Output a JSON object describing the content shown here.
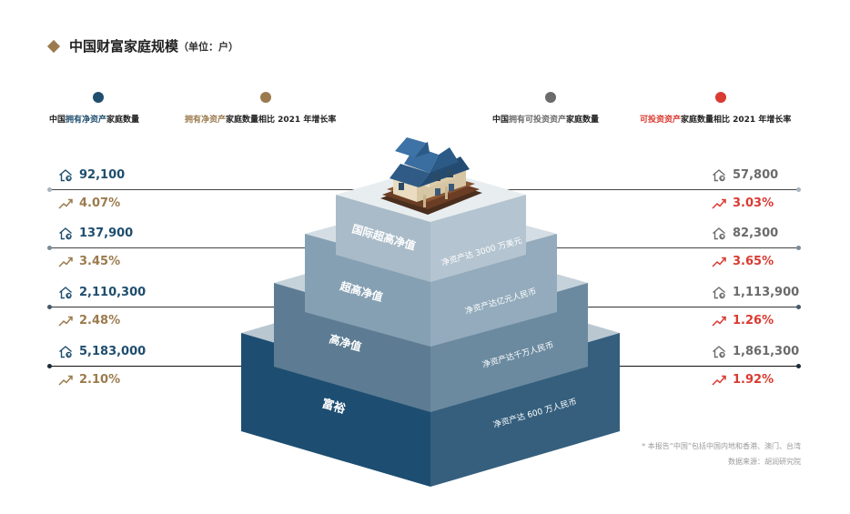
{
  "title": {
    "main": "中国财富家庭规模",
    "unit": "（单位：户）"
  },
  "legend": {
    "left_count": {
      "p1": "中国",
      "p2": "拥有净资产",
      "p3": "家庭数量"
    },
    "left_growth": {
      "p1": "拥有净资产",
      "p2": "家庭数量相比 2021 年增长率"
    },
    "right_count": {
      "p1": "中国",
      "p2": "拥有可投资资产",
      "p3": "家庭数量"
    },
    "right_growth": {
      "p1": "可投资资产",
      "p2": "家庭数量相比 2021 年增长率"
    }
  },
  "rows": [
    {
      "left_value": "92,100",
      "left_growth": "4.07%",
      "right_value": "57,800",
      "right_growth": "3.03%"
    },
    {
      "left_value": "137,900",
      "left_growth": "3.45%",
      "right_value": "82,300",
      "right_growth": "3.65%"
    },
    {
      "left_value": "2,110,300",
      "left_growth": "2.48%",
      "right_value": "1,113,900",
      "right_growth": "1.26%"
    },
    {
      "left_value": "5,183,000",
      "left_growth": "2.10%",
      "right_value": "1,861,300",
      "right_growth": "1.92%"
    }
  ],
  "tiers": [
    {
      "name": "国际超高净值",
      "desc": "净资产达 3000 万美元"
    },
    {
      "name": "超高净值",
      "desc": "净资产达亿元人民币"
    },
    {
      "name": "高净值",
      "desc": "净资产达千万人民币"
    },
    {
      "name": "富裕",
      "desc": "净资产达 600 万人民币"
    }
  ],
  "footnote": {
    "line1": "* 本报告“中国”包括中国内地和香港、澳门、台湾",
    "line2": "数据来源：胡润研究院"
  },
  "colors": {
    "blue": "#1f4e6e",
    "gold": "#9b7b4e",
    "gray": "#6b6b6b",
    "red": "#d93a31"
  },
  "icons": {
    "count": "house-coin-icon",
    "growth": "trend-up-arrow-icon"
  }
}
